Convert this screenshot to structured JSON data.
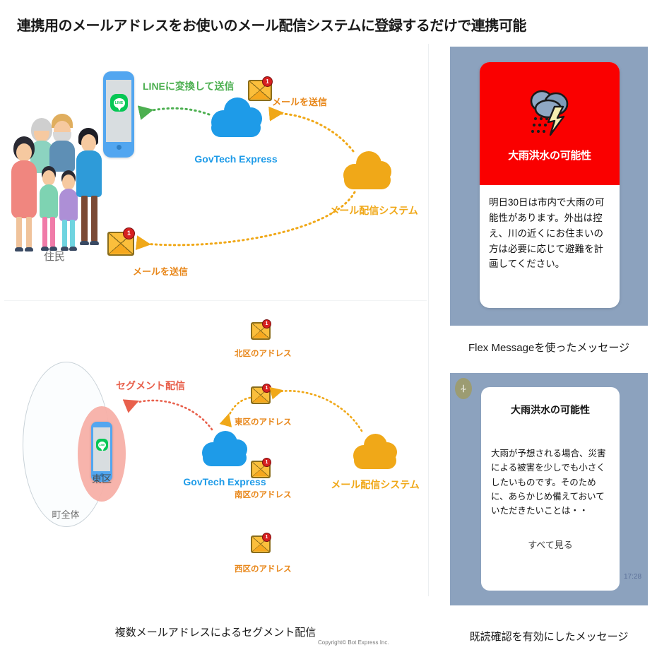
{
  "page": {
    "title": "連携用のメールアドレスをお使いのメール配信システムに登録するだけで連携可能",
    "copyright": "Copyright© Bot Express Inc."
  },
  "colors": {
    "govtech_blue": "#1E9BE8",
    "mail_system_orange": "#F0A818",
    "line_green": "#06C755",
    "segment_red": "#E8604C",
    "alert_red": "#FA0000",
    "screenshot_bg": "#8CA2BE"
  },
  "diagram_top": {
    "residents_label": "住民",
    "line_flow_label": "LINEに変換して送信",
    "govtech_label": "GovTech Express",
    "mail_system_label": "メール配信システム",
    "mail_to_govtech_label": "メールを送信",
    "mail_to_resident_label": "メールを送信",
    "line_logo_text": "LINE",
    "envelope_badge": "1"
  },
  "diagram_bottom": {
    "town_label": "町全体",
    "district_label": "東区",
    "segment_label": "セグメント配信",
    "govtech_label": "GovTech Express",
    "mail_system_label": "メール配信システム",
    "addresses": [
      {
        "label": "北区のアドレス",
        "badge": "1"
      },
      {
        "label": "東区のアドレス",
        "badge": "1"
      },
      {
        "label": "南区のアドレス",
        "badge": "1"
      },
      {
        "label": "西区のアドレス",
        "badge": "1"
      }
    ],
    "caption": "複数メールアドレスによるセグメント配信"
  },
  "flex_message": {
    "hero_title": "大雨洪水の可能性",
    "hero_icon": "thunderstorm-icon",
    "body": "明日30日は市内で大雨の可能性があります。外出は控え、川の近くにお住まいの方は必要に応じて避難を計画してください。",
    "caption": "Flex Messageを使ったメッセージ"
  },
  "read_receipt_message": {
    "avatar_glyph": "⍭",
    "title": "大雨洪水の可能性",
    "body": "大雨が予想される場合、災害による被害を少しでも小さくしたいものです。そのために、あらかじめ備えておいていただきたいことは・・",
    "more_link": "すべて見る",
    "timestamp": "17:28",
    "caption": "既読確認を有効にしたメッセージ"
  }
}
